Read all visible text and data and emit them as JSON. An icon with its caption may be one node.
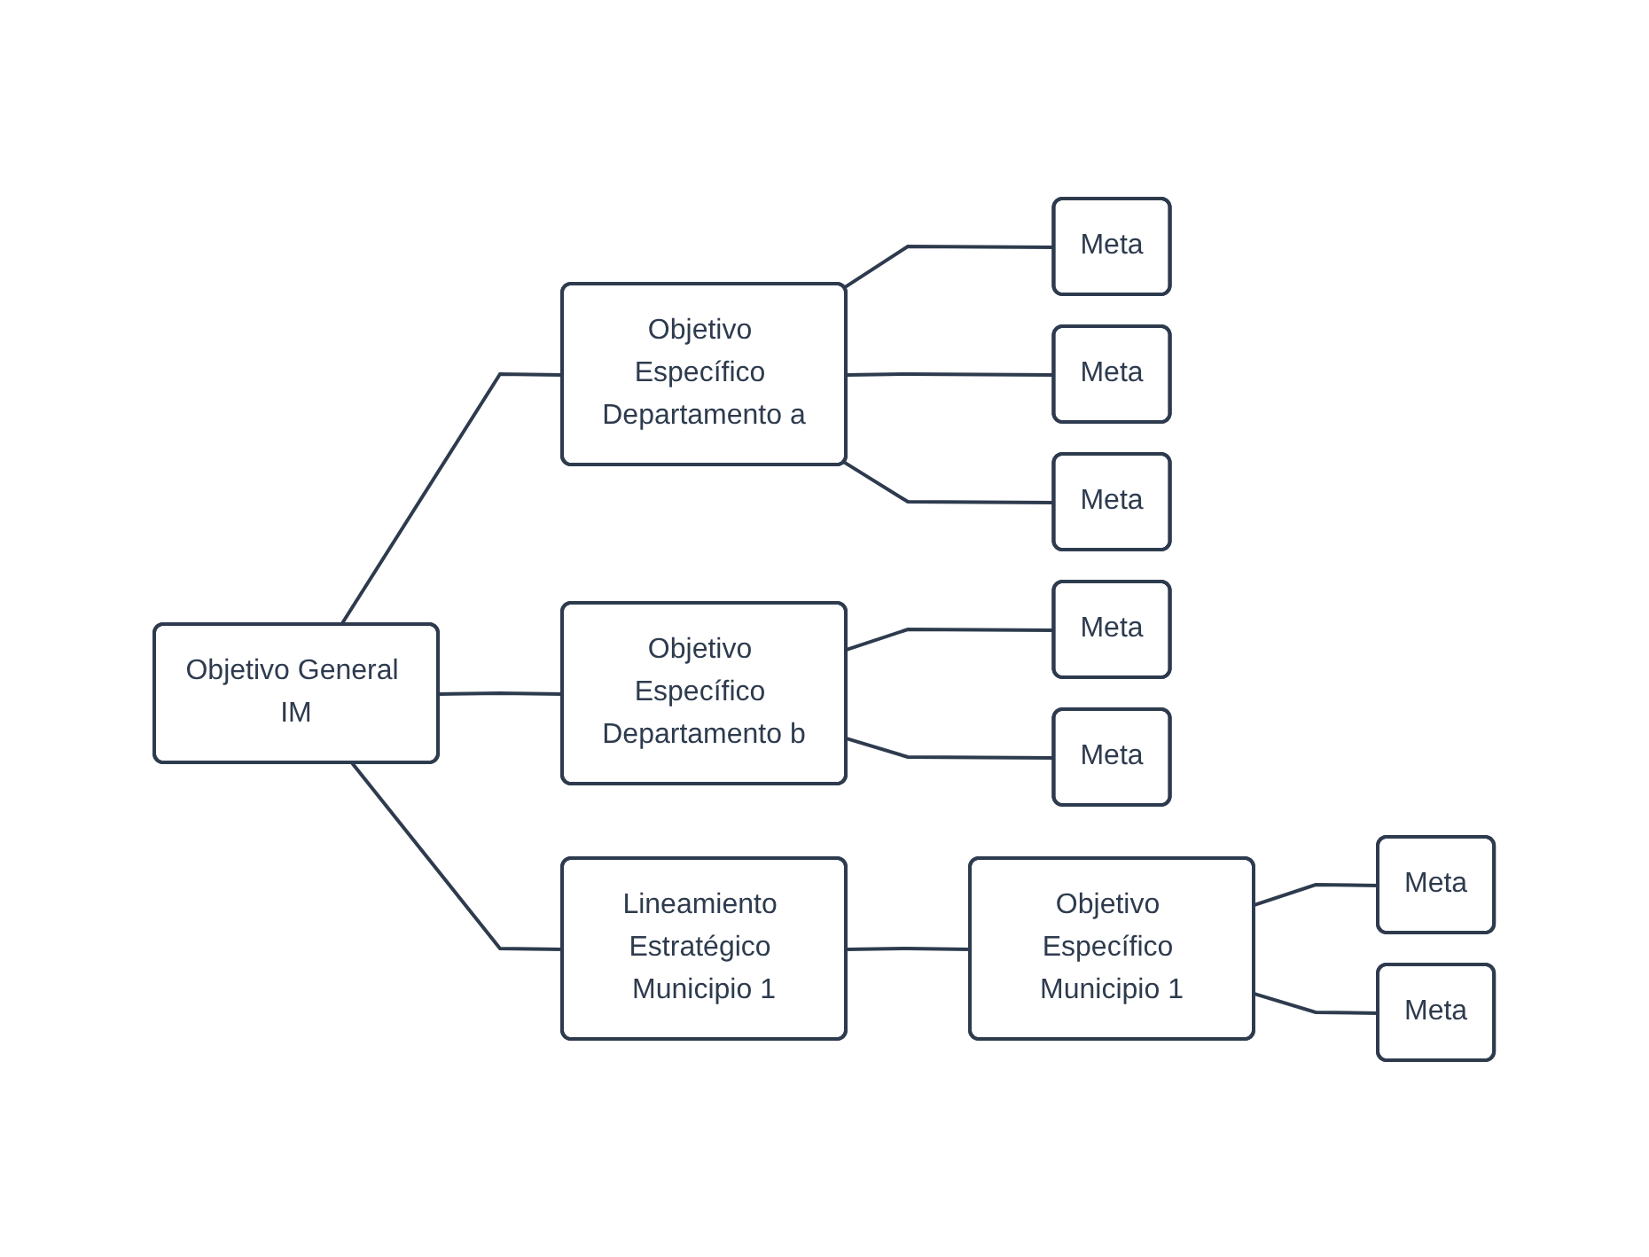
{
  "diagram": {
    "nodes": [
      {
        "text": [
          "Objetivo General IM"
        ]
      },
      {
        "text": [
          "Objetivo Específico Departamento a"
        ]
      },
      {
        "text": [
          "Meta"
        ]
      },
      {
        "text": [
          "Meta"
        ]
      },
      {
        "text": [
          "Meta"
        ]
      },
      {
        "text": [
          "Objetivo Específico Departamento b"
        ]
      },
      {
        "text": [
          "Meta"
        ]
      },
      {
        "text": [
          "Meta"
        ]
      },
      {
        "text": [
          "Lineamiento Estratégico Municipio 1"
        ]
      },
      {
        "text": [
          "Objetivo Específico Municipio 1"
        ]
      },
      {
        "text": [
          "Meta"
        ]
      },
      {
        "text": [
          "Meta"
        ]
      }
    ],
    "edges": [
      {
        "from": 0,
        "to": 1,
        "arrow": "none"
      },
      {
        "from": 0,
        "to": 5,
        "arrow": "none"
      },
      {
        "from": 0,
        "to": 8,
        "arrow": "none"
      },
      {
        "from": 1,
        "to": 2,
        "arrow": "none"
      },
      {
        "from": 1,
        "to": 3,
        "arrow": "none"
      },
      {
        "from": 1,
        "to": 4,
        "arrow": "none"
      },
      {
        "from": 5,
        "to": 6,
        "arrow": "none"
      },
      {
        "from": 5,
        "to": 7,
        "arrow": "none"
      },
      {
        "from": 8,
        "to": 9,
        "arrow": "none"
      },
      {
        "from": 9,
        "to": 10,
        "arrow": "none"
      },
      {
        "from": 9,
        "to": 11,
        "arrow": "none"
      }
    ]
  }
}
